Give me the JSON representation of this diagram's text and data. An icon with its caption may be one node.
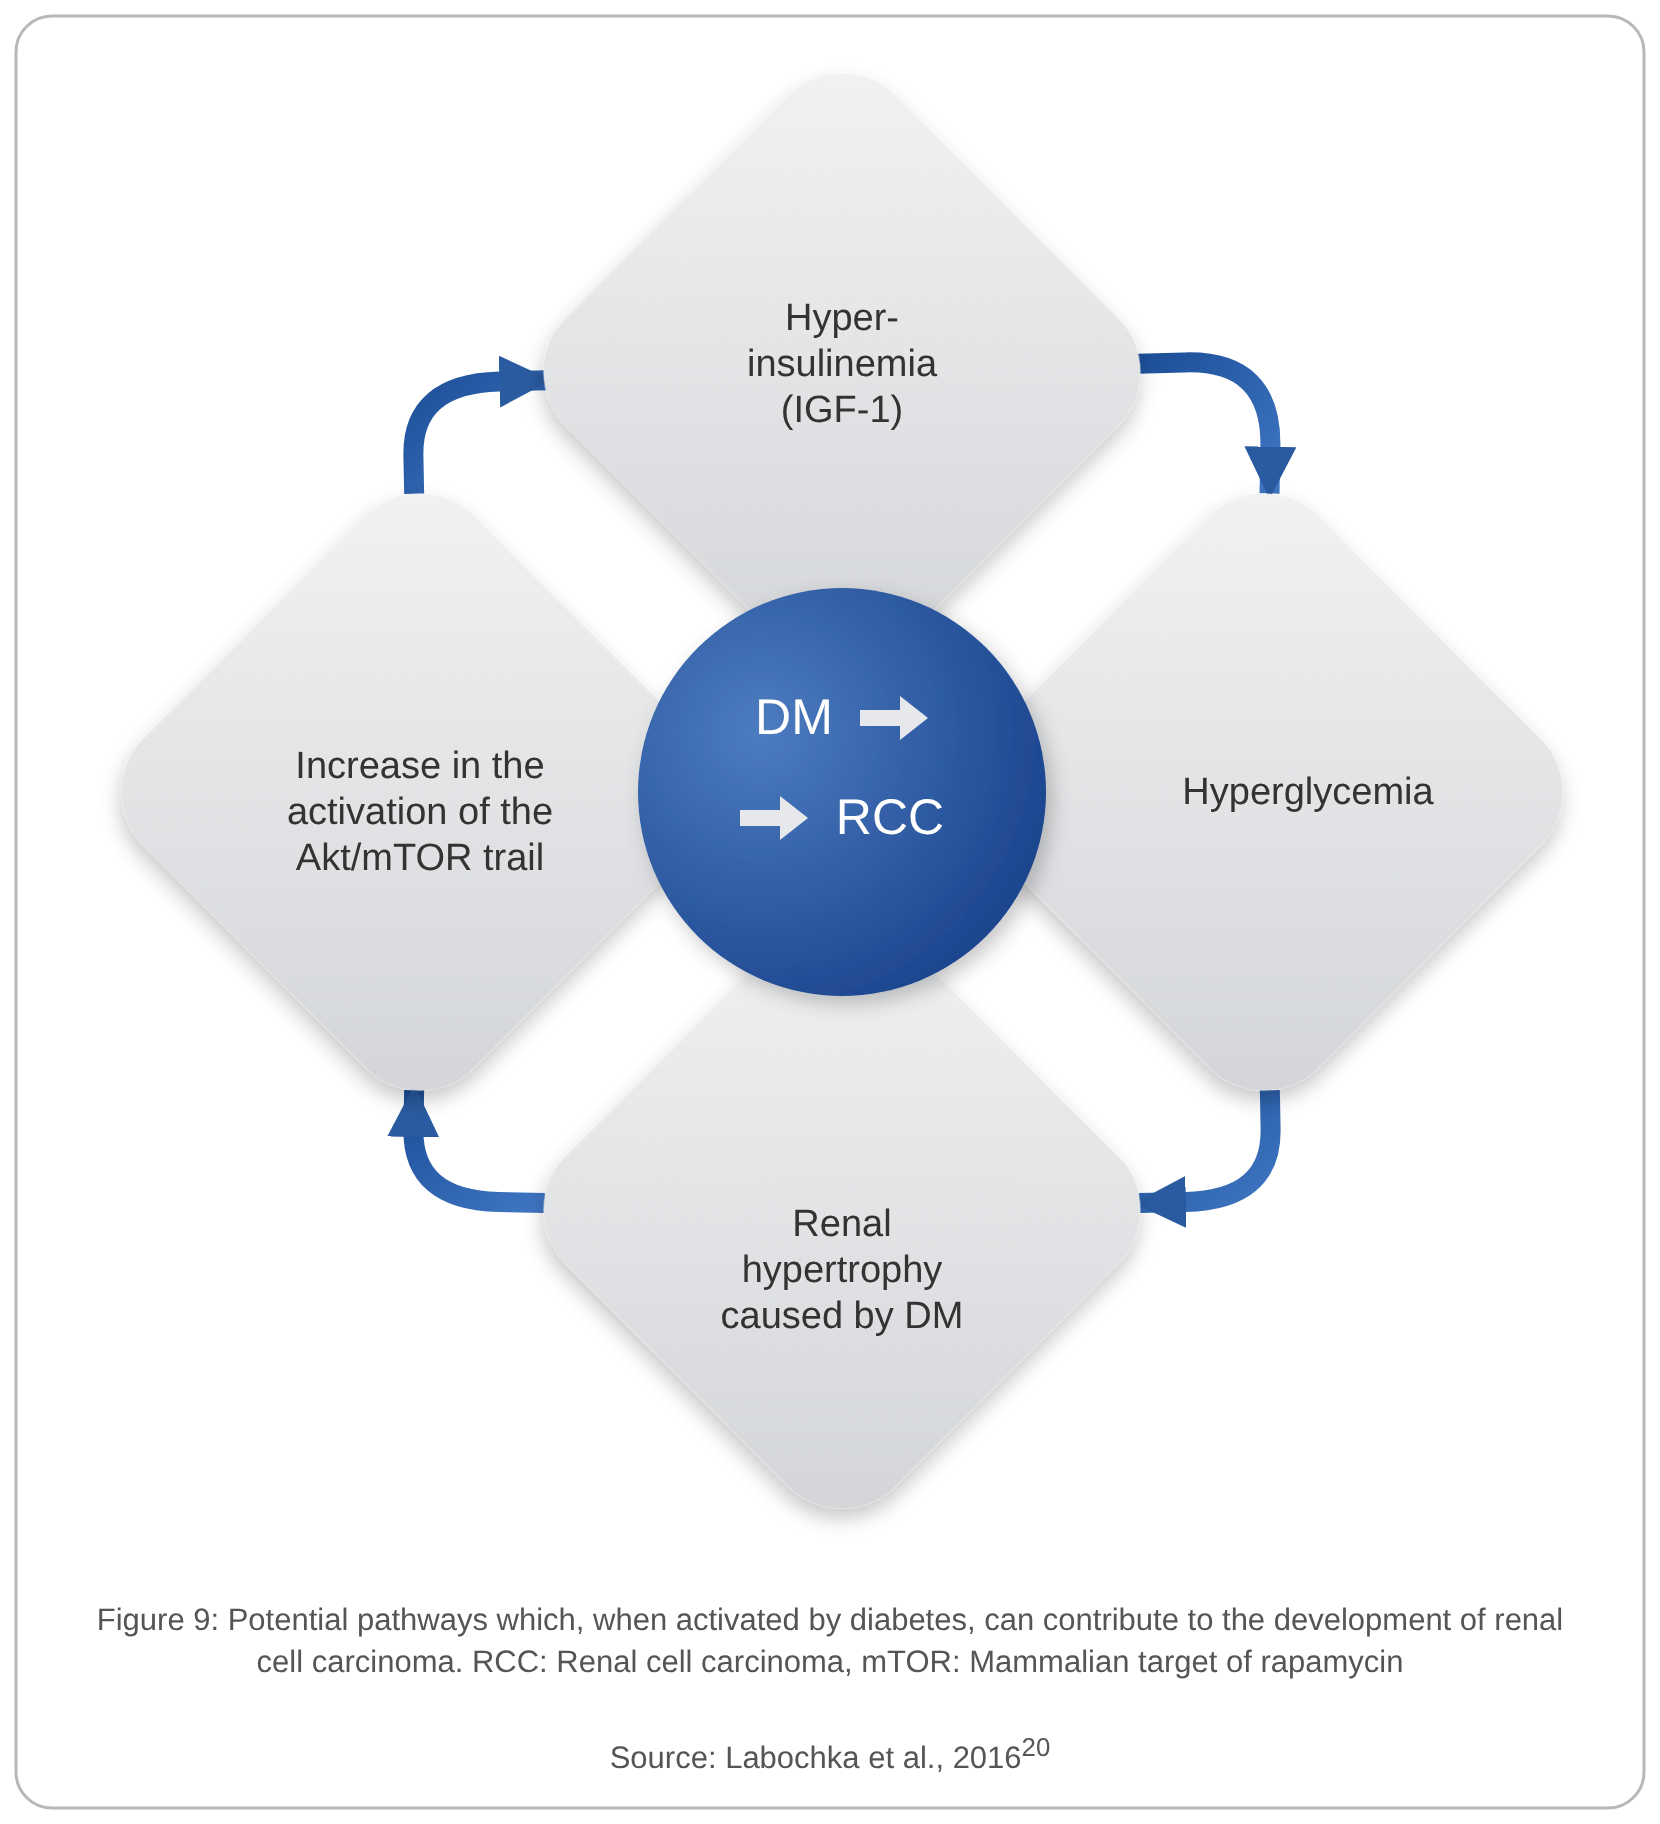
{
  "diagram": {
    "caption": "Figure 9: Potential pathways which, when activated by diabetes, can contribute to the development of renal cell carcinoma. RCC: Renal cell carcinoma, mTOR: Mammalian target of rapamycin",
    "nodes": [
      {
        "text": [
          "Hyper- insulinemia (IGF-1)"
        ]
      },
      {
        "text": [
          "Increase in the activation of the Akt/mTOR trail"
        ]
      },
      {
        "text": [
          "DM",
          "RCC"
        ]
      },
      {
        "text": [
          "Hyperglycemia"
        ]
      },
      {
        "text": [
          "Renal hypertrophy caused by DM"
        ]
      }
    ],
    "edges": [
      {
        "from": 1,
        "to": 0,
        "arrow": "to"
      },
      {
        "from": 0,
        "to": 3,
        "arrow": "to"
      },
      {
        "from": 3,
        "to": 4,
        "arrow": "to"
      },
      {
        "from": 4,
        "to": 1,
        "arrow": "to"
      }
    ],
    "labels": [
      "Source: Labochka et al., 2016$^{20}$"
    ]
  }
}
